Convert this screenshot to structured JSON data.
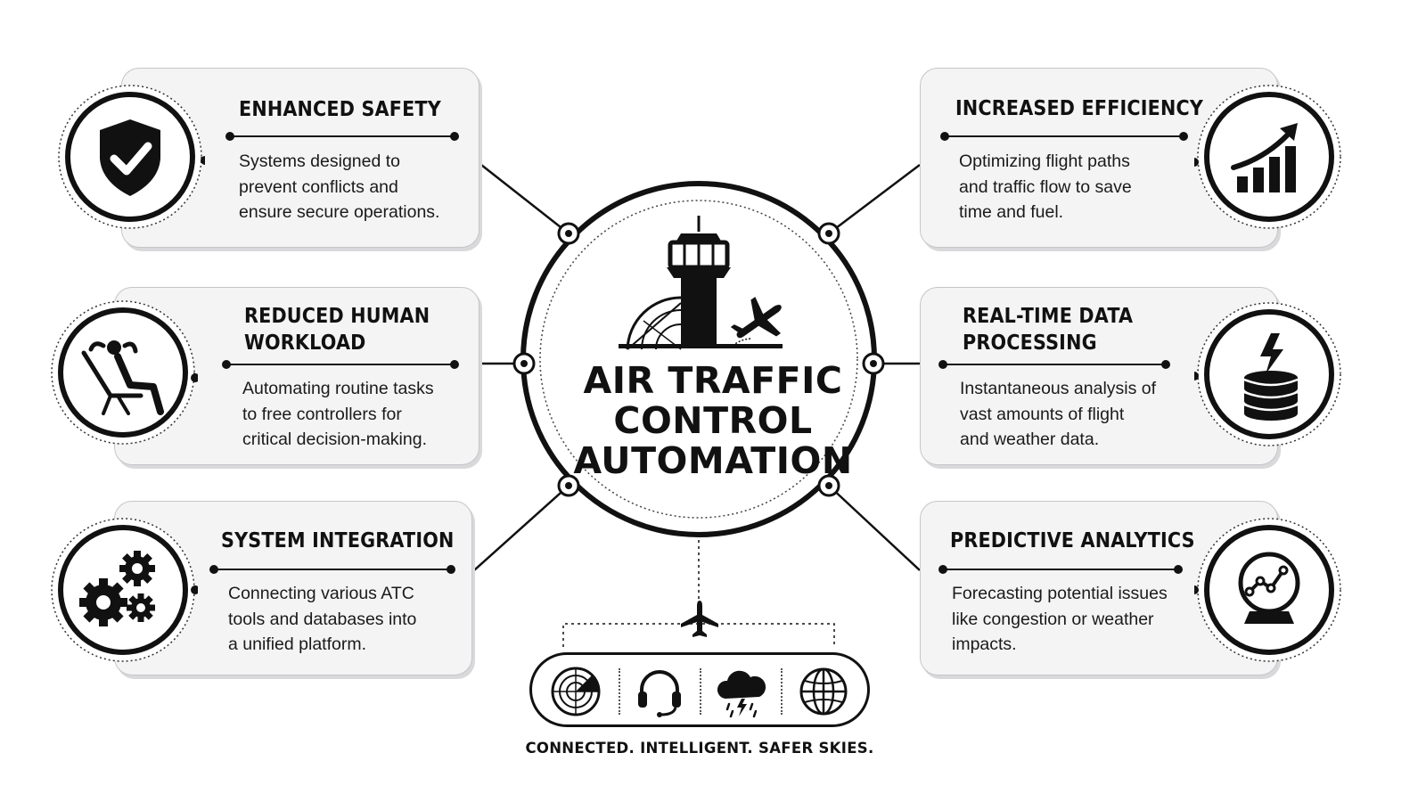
{
  "title": "AIR TRAFFIC\nCONTROL\nAUTOMATION",
  "tagline": "CONNECTED. INTELLIGENT. SAFER SKIES.",
  "cards": {
    "enhanced_safety": {
      "title": "ENHANCED SAFETY",
      "description": "Systems designed to\nprevent conflicts and\nensure secure operations.",
      "icon": "shield-check-icon"
    },
    "reduced_workload": {
      "title": "REDUCED HUMAN\nWORKLOAD",
      "description": "Automating routine tasks\nto free controllers for\ncritical decision-making.",
      "icon": "relaxing-person-icon"
    },
    "system_integration": {
      "title": "SYSTEM INTEGRATION",
      "description": "Connecting various ATC\ntools and databases into\na unified platform.",
      "icon": "gears-icon"
    },
    "increased_efficiency": {
      "title": "INCREASED EFFICIENCY",
      "description": "Optimizing flight paths\nand traffic flow to save\ntime and fuel.",
      "icon": "growth-chart-icon"
    },
    "real_time_data": {
      "title": "REAL-TIME DATA\nPROCESSING",
      "description": "Instantaneous analysis of\nvast amounts of flight\nand weather data.",
      "icon": "database-lightning-icon"
    },
    "predictive_analytics": {
      "title": "PREDICTIVE ANALYTICS",
      "description": "Forecasting potential issues\nlike congestion or weather\nimpacts.",
      "icon": "crystal-ball-icon"
    }
  },
  "center_icons": [
    "control-tower-icon",
    "radar-arc-icon",
    "airplane-icon"
  ],
  "bottom_icons": [
    "airplane-icon",
    "radar-icon",
    "headset-icon",
    "storm-cloud-icon",
    "globe-icon"
  ],
  "colors": {
    "ink": "#111111",
    "card_bg": "#f4f4f5",
    "card_border": "#c6c6c9"
  }
}
